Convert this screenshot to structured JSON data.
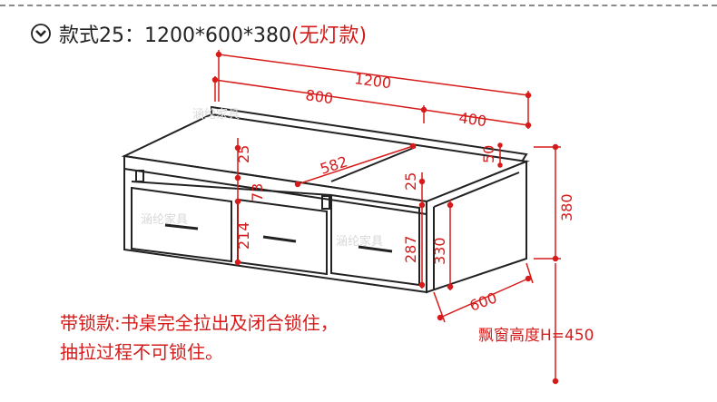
{
  "header": {
    "title_main": "款式25：1200*600*380",
    "title_variant": "(无灯款)",
    "icon": "chevron-circle-down-icon"
  },
  "dimensions": {
    "total_width": "1200",
    "left_width": "800",
    "right_width": "400",
    "diagonal": "582",
    "top_gap_left": "25",
    "top_gap_right": "25",
    "back_panel": "50",
    "middle_drawer": "73",
    "left_drawer": "214",
    "right_drawer": "287",
    "inner_height": "330",
    "total_height": "380",
    "depth": "600"
  },
  "watermark": {
    "top": "涵纶家具",
    "left": "涵纶家具",
    "right": "涵纶家具"
  },
  "notes": {
    "lock": "带锁款:书桌完全拉出及闭合锁住，\n抽拉过程不可锁住。",
    "sill_height": "飘窗高度H=450"
  },
  "colors": {
    "accent": "#d61b1b",
    "line": "#222222"
  }
}
